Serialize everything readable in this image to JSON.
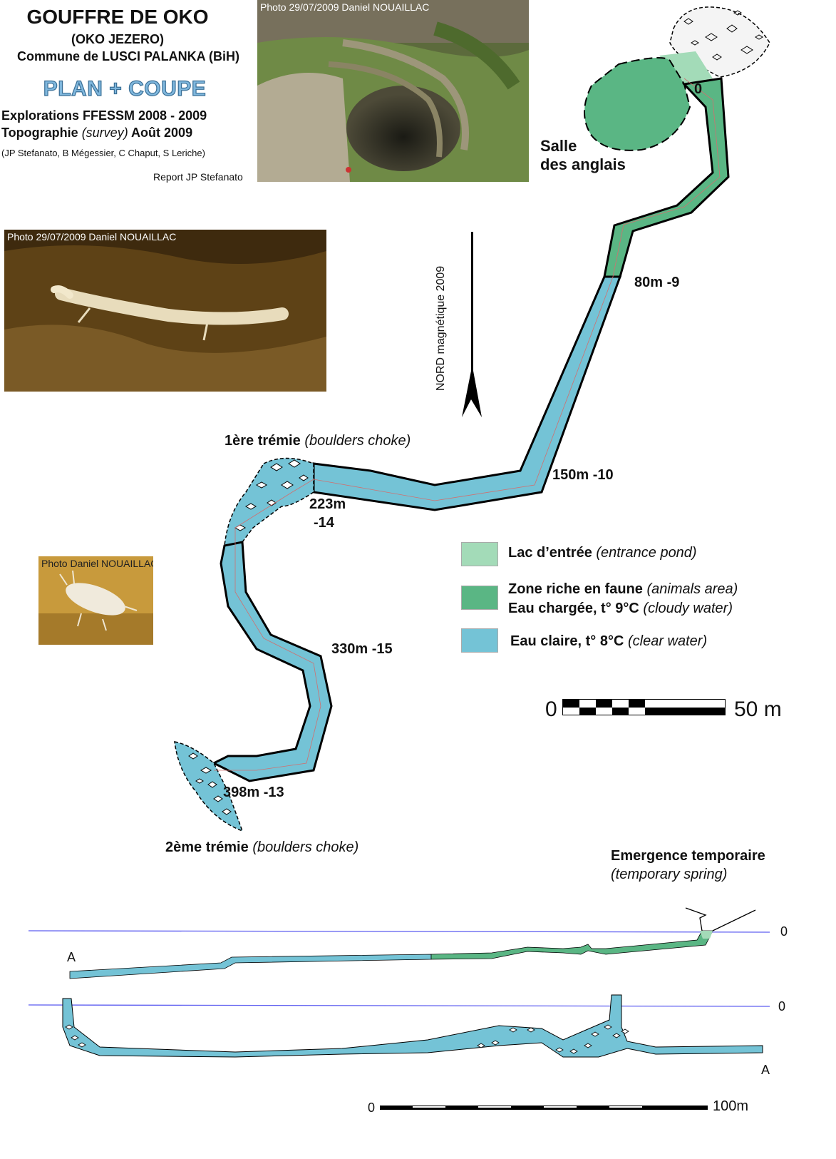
{
  "header": {
    "title": "GOUFFRE DE OKO",
    "subtitle": "(OKO JEZERO)",
    "commune": "Commune de LUSCI PALANKA (BiH)",
    "plan_coupe": "PLAN + COUPE",
    "explorations": "Explorations FFESSM 2008 - 2009",
    "topo_prefix": "Topographie",
    "topo_italic": "(survey)",
    "topo_suffix": "Août 2009",
    "credits": "(JP Stefanato, B Mégessier, C Chaput, S Leriche)",
    "report": "Report JP Stefanato"
  },
  "photos": {
    "top_caption": "Photo 29/07/2009 Daniel NOUAILLAC",
    "olm_caption": "Photo 29/07/2009 Daniel NOUAILLAC",
    "isopod_caption": "Photo Daniel NOUAILLAC"
  },
  "north": {
    "label": "NORD magnétique 2009"
  },
  "plan_labels": {
    "zero": "0",
    "salle_1": "Salle",
    "salle_2": "des anglais",
    "p80": "80m -9",
    "p150": "150m -10",
    "p223a": "223m",
    "p223b": "-14",
    "p330": "330m -15",
    "p398": "398m -13",
    "tremie1_bold": "1ère trémie",
    "tremie1_italic": "(boulders choke)",
    "tremie2_bold": "2ème trémie",
    "tremie2_italic": "(boulders choke)"
  },
  "legend": {
    "items": [
      {
        "bold": "Lac d’entrée",
        "italic": "(entrance pond)",
        "color": "#a3dbb8"
      },
      {
        "bold": "Zone riche en faune",
        "italic": "(animals area)",
        "color": "#5ab684",
        "bold2": "Eau chargée, t° 9°C",
        "italic2": "(cloudy water)"
      },
      {
        "bold": "Eau claire, t° 8°C",
        "italic": "(clear water)",
        "color": "#74c3d6"
      }
    ]
  },
  "scale_plan": {
    "start": "0",
    "end": "50 m"
  },
  "section": {
    "spring_1": "Emergence temporaire",
    "spring_2": "(temporary spring)",
    "a_left": "A",
    "a_right": "A",
    "zero_1": "0",
    "zero_2": "0",
    "scale_start": "0",
    "scale_end": "100m"
  },
  "colors": {
    "pond": "#a3dbb8",
    "fauna": "#5ab684",
    "clear": "#74c3d6",
    "water_line": "#5c5cf0"
  }
}
